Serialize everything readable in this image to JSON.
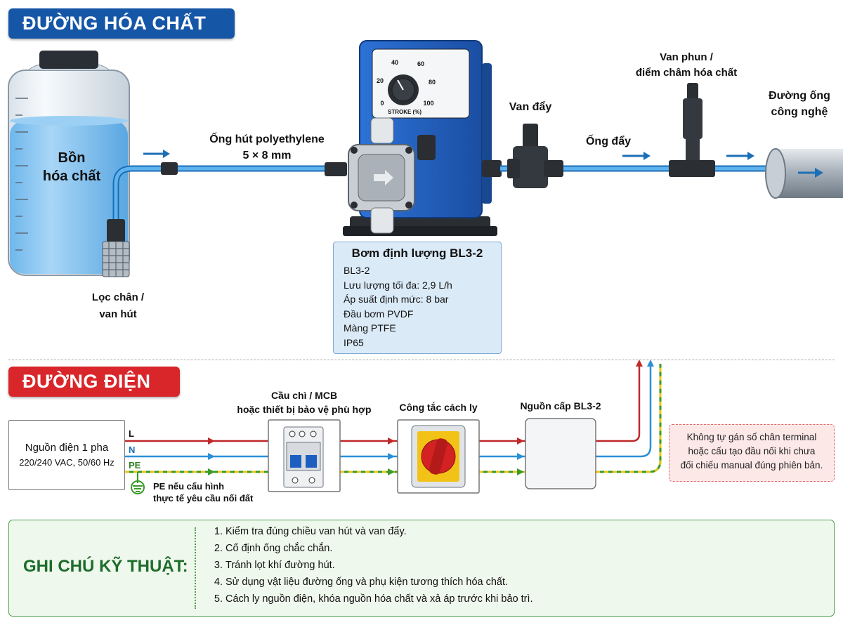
{
  "chem_section": {
    "title": "ĐƯỜNG HÓA CHẤT",
    "tank_label": [
      "Bồn",
      "hóa chất"
    ],
    "foot_valve_label": [
      "Lọc chân /",
      "van hút"
    ],
    "suction_tube_label": [
      "Ống hút polyethylene",
      "5 × 8 mm"
    ],
    "discharge_valve_label": "Van đẩy",
    "discharge_tube_label": "Ống đẩy",
    "injection_valve_label": [
      "Van phun /",
      "điểm châm hóa chất"
    ],
    "process_pipe_label": [
      "Đường ống",
      "công nghệ"
    ],
    "dial": {
      "ticks": [
        "0",
        "20",
        "40",
        "60",
        "80",
        "100"
      ],
      "label": "STROKE (%)"
    },
    "pump_info": {
      "title": "Bơm định lượng BL3-2",
      "lines": [
        "BL3-2",
        "Lưu lượng tối đa: 2,9 L/h",
        "Áp suất định mức: 8 bar",
        "Đầu bơm PVDF",
        "Màng PTFE",
        "IP65"
      ]
    }
  },
  "elec_section": {
    "title": "ĐƯỜNG ĐIỆN",
    "power_source": {
      "line1": "Nguồn điện 1 pha",
      "line2": "220/240 VAC, 50/60 Hz"
    },
    "wires": {
      "L": "L",
      "N": "N",
      "PE": "PE"
    },
    "pe_note": [
      "PE nếu cấu hình",
      "thực tế yêu cầu nối đất"
    ],
    "breaker_label": [
      "Cầu chì / MCB",
      "hoặc thiết bị bảo vệ phù hợp"
    ],
    "switch_label": "Công tắc cách ly",
    "supply_label": "Nguồn cấp BL3-2",
    "warning": [
      "Không tự gán số chân terminal",
      "hoặc cấu tạo đầu nối khi chưa",
      "đối chiếu manual đúng phiên bản."
    ]
  },
  "notes": {
    "title": "GHI CHÚ KỸ THUẬT:",
    "items": [
      "Kiểm tra đúng chiều van hút và van đẩy.",
      "Cố định ống chắc chắn.",
      "Tránh lọt khí đường hút.",
      "Sử dụng vật liệu đường ống và phụ kiện tương thích hóa chất.",
      "Cách ly nguồn điện, khóa nguồn hóa chất và xả áp trước khi bảo trì."
    ]
  },
  "colors": {
    "chem_header": "#1556a6",
    "elec_header": "#d8262a",
    "tube": "#2a8fd8",
    "wire_L": "#c0282a",
    "wire_N": "#2a8fd8",
    "wire_PE_green": "#3a9a2a",
    "wire_PE_yellow": "#e8c61a",
    "pump_blue": "#1f5fc0",
    "notes_green": "#1d6d2b"
  }
}
